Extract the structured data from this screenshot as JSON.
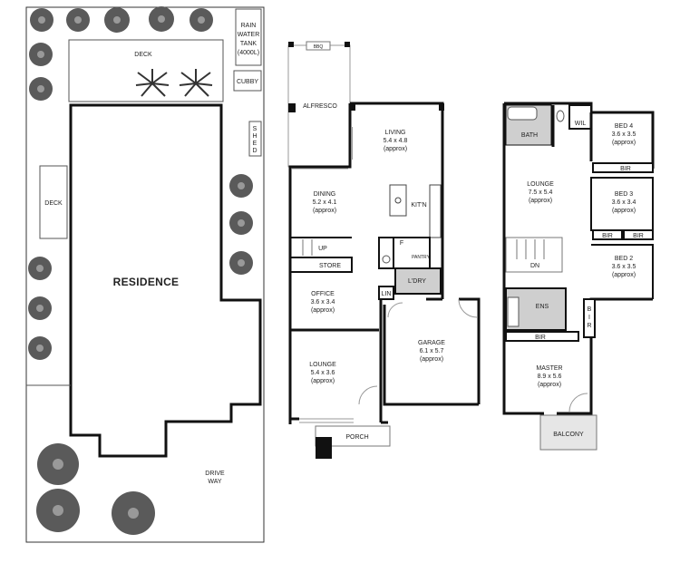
{
  "site": {
    "rain_tank": [
      "RAIN",
      "WATER",
      "TANK",
      "(4000L)"
    ],
    "cubby": "CUBBY",
    "shed": [
      "S",
      "H",
      "E",
      "D"
    ],
    "deck_top": "DECK",
    "deck_side": "DECK",
    "residence": "RESIDENCE",
    "driveway": [
      "DRIVE",
      "WAY"
    ]
  },
  "ground": {
    "bbq": "BBQ",
    "alfresco": "ALFRESCO",
    "living": [
      "LIVING",
      "5.4 x 4.8",
      "(approx)"
    ],
    "dining": [
      "DINING",
      "5.2 x 4.1",
      "(approx)"
    ],
    "kitchen": "KIT'N",
    "up": "UP",
    "store": "STORE",
    "fridge": "F",
    "pantry": "PANTRY",
    "laundry": "L'DRY",
    "linen": "LIN",
    "office": [
      "OFFICE",
      "3.6 x 3.4",
      "(approx)"
    ],
    "garage": [
      "GARAGE",
      "6.1 x 5.7",
      "(approx)"
    ],
    "lounge": [
      "LOUNGE",
      "5.4 x 3.6",
      "(approx)"
    ],
    "porch": "PORCH"
  },
  "upper": {
    "bath": "BATH",
    "wil": "WIL",
    "bed4": [
      "BED 4",
      "3.6 x 3.5",
      "(approx)"
    ],
    "bir_bed4": "BIR",
    "lounge": [
      "LOUNGE",
      "7.5 x 5.4",
      "(approx)"
    ],
    "bed3": [
      "BED 3",
      "3.6 x 3.4",
      "(approx)"
    ],
    "bir_left": "BIR",
    "bir_right": "BIR",
    "dn": "DN",
    "bed2": [
      "BED 2",
      "3.6 x 3.5",
      "(approx)"
    ],
    "ens": "ENS",
    "bir_vertical": [
      "B",
      "I",
      "R"
    ],
    "bir_master": "BIR",
    "master": [
      "MASTER",
      "8.9 x 5.6",
      "(approx)"
    ],
    "balcony": "BALCONY"
  },
  "colors": {
    "wall": "#111111",
    "tree": "#555555",
    "wet_area": "#cfcfcf",
    "balcony": "#e6e6e6"
  }
}
